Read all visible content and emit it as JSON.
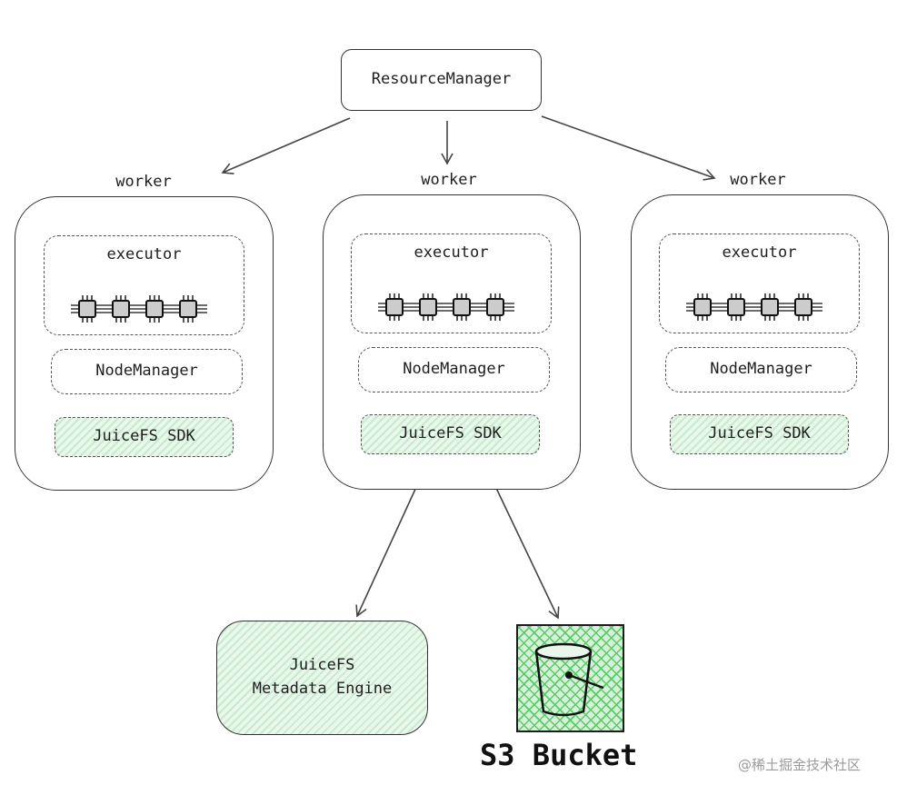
{
  "resource_manager": {
    "label": "ResourceManager"
  },
  "workers": [
    {
      "title": "worker",
      "executor": "executor",
      "node_manager": "NodeManager",
      "sdk": "JuiceFS SDK"
    },
    {
      "title": "worker",
      "executor": "executor",
      "node_manager": "NodeManager",
      "sdk": "JuiceFS SDK"
    },
    {
      "title": "worker",
      "executor": "executor",
      "node_manager": "NodeManager",
      "sdk": "JuiceFS SDK"
    }
  ],
  "metadata_engine": {
    "line1": "JuiceFS",
    "line2": "Metadata Engine"
  },
  "s3": {
    "label": "S3 Bucket",
    "icon": "bucket-icon"
  },
  "watermark": "@稀土掘金技术社区",
  "colors": {
    "green_fill": "#c7ebcb",
    "s3_green": "#5cc86a",
    "stroke": "#333333"
  }
}
